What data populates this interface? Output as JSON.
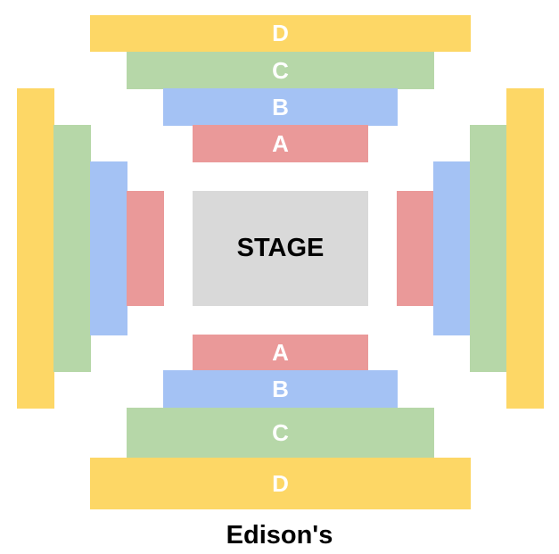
{
  "venue_name": "Edison's",
  "stage_label": "STAGE",
  "sections": {
    "A": "A",
    "B": "B",
    "C": "C",
    "D": "D"
  },
  "colors": {
    "D": "#fdd766",
    "C": "#b6d7a8",
    "B": "#a4c2f4",
    "A": "#ea9999",
    "stage": "#d9d9d9"
  }
}
